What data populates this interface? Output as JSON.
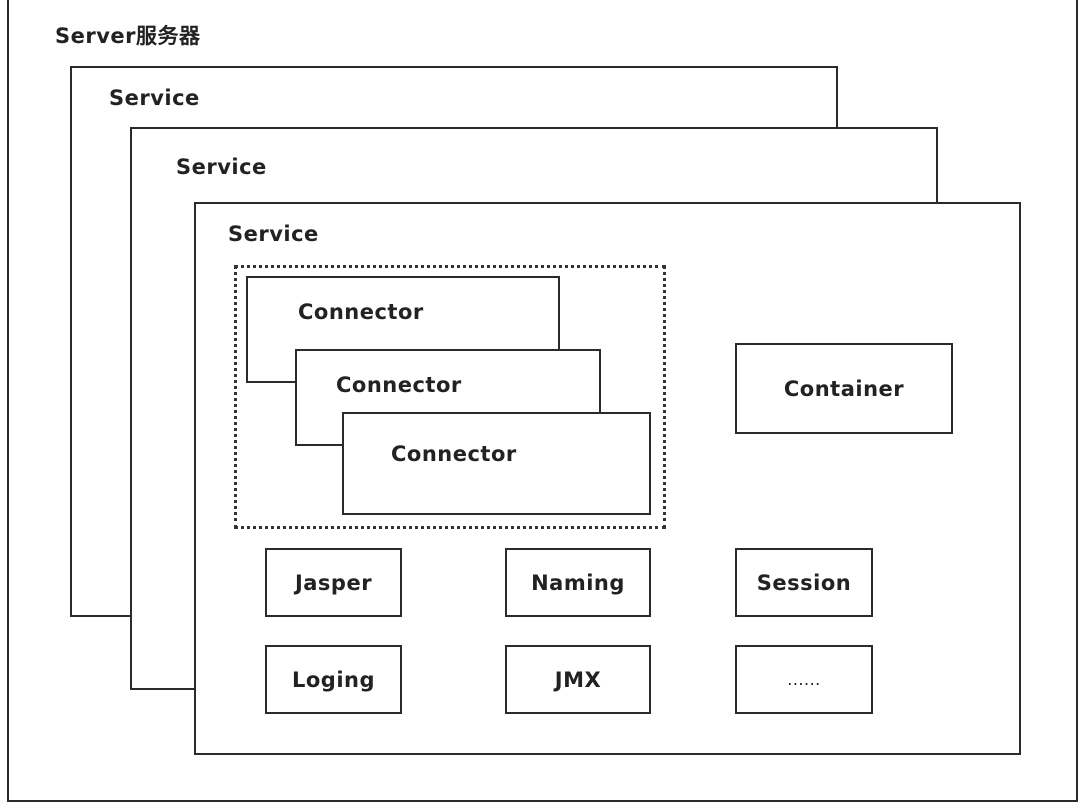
{
  "server": {
    "title": "Server服务器"
  },
  "services": [
    {
      "title": "Service"
    },
    {
      "title": "Service"
    },
    {
      "title": "Service"
    }
  ],
  "connectors": [
    {
      "label": "Connector"
    },
    {
      "label": "Connector"
    },
    {
      "label": "Connector"
    }
  ],
  "container": {
    "label": "Container"
  },
  "components": [
    {
      "label": "Jasper"
    },
    {
      "label": "Naming"
    },
    {
      "label": "Session"
    },
    {
      "label": "Loging"
    },
    {
      "label": "JMX"
    },
    {
      "label": "......"
    }
  ]
}
